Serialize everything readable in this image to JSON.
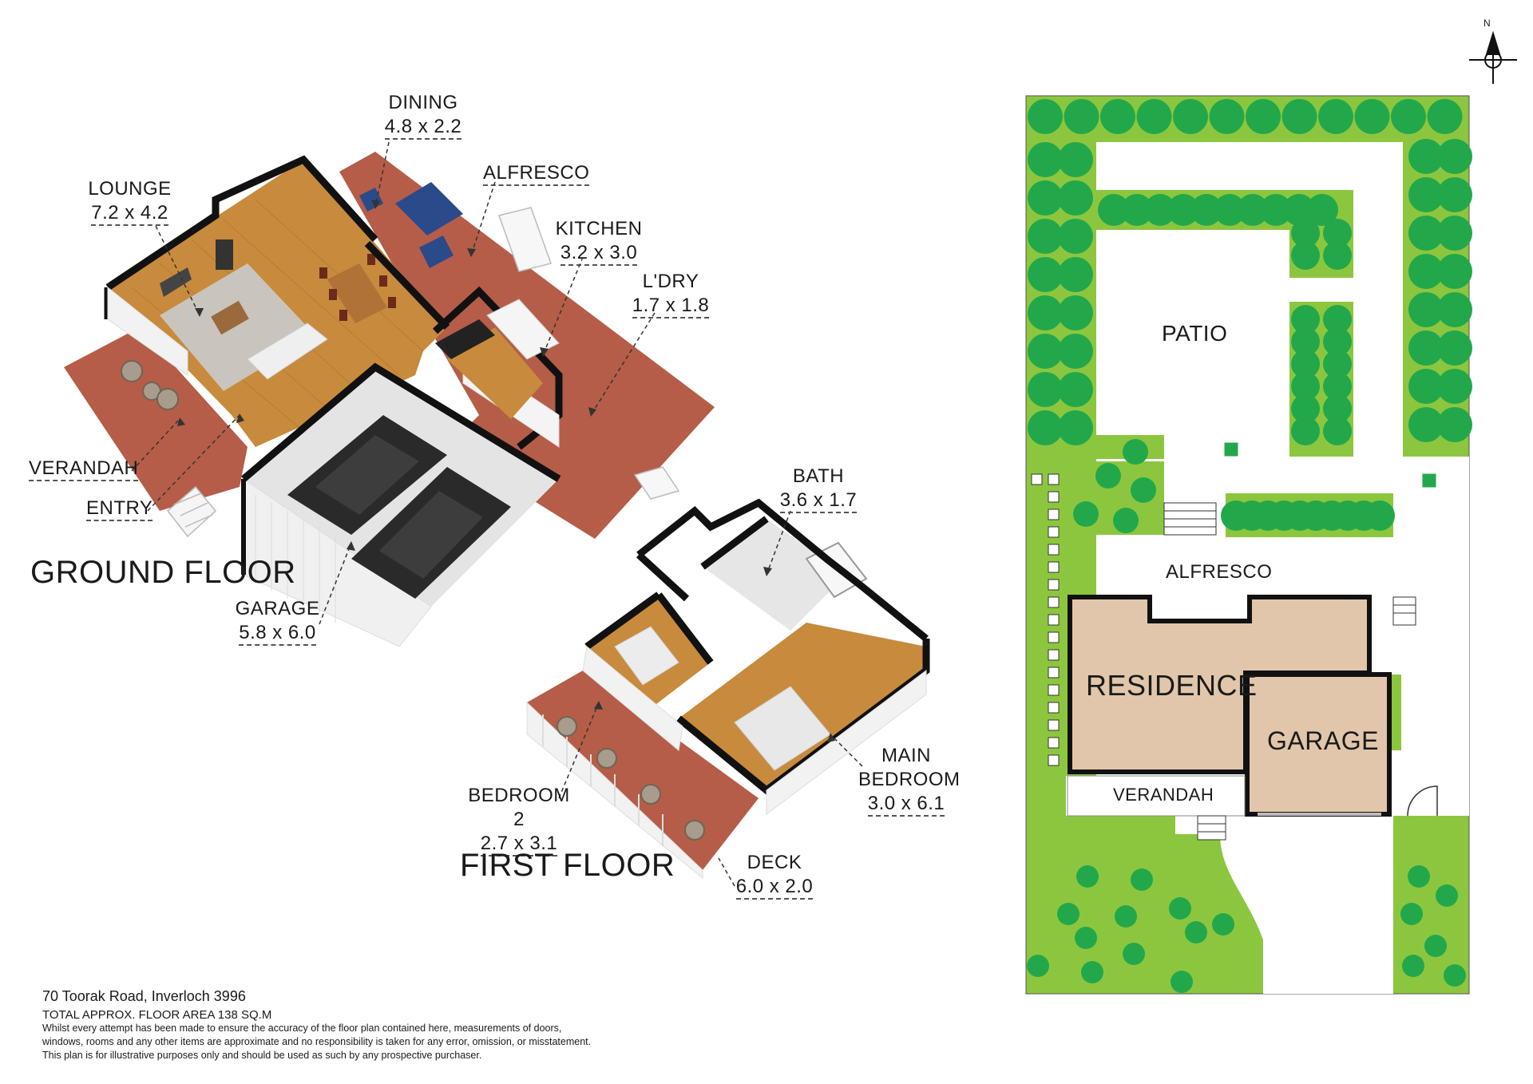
{
  "ground_floor": {
    "title": "GROUND FLOOR",
    "rooms": {
      "dining": {
        "name": "DINING",
        "dims": "4.8 x 2.2"
      },
      "lounge": {
        "name": "LOUNGE",
        "dims": "7.2 x 4.2"
      },
      "alfresco": {
        "name": "ALFRESCO"
      },
      "kitchen": {
        "name": "KITCHEN",
        "dims": "3.2 x 3.0"
      },
      "laundry": {
        "name": "L'DRY",
        "dims": "1.7 x 1.8"
      },
      "verandah": {
        "name": "VERANDAH"
      },
      "entry": {
        "name": "ENTRY"
      },
      "garage": {
        "name": "GARAGE",
        "dims": "5.8 x 6.0"
      }
    }
  },
  "first_floor": {
    "title": "FIRST FLOOR",
    "rooms": {
      "bath": {
        "name": "BATH",
        "dims": "3.6 x 1.7"
      },
      "main_bedroom": {
        "name_line1": "MAIN",
        "name_line2": "BEDROOM",
        "dims": "3.0 x 6.1"
      },
      "bedroom2": {
        "name": "BEDROOM 2",
        "dims": "2.7 x 3.1"
      },
      "deck": {
        "name": "DECK",
        "dims": "6.0 x 2.0"
      }
    }
  },
  "site_plan": {
    "north": "N",
    "labels": {
      "patio": "PATIO",
      "alfresco": "ALFRESCO",
      "residence": "RESIDENCE",
      "garage": "GARAGE",
      "verandah": "VERANDAH"
    },
    "colors": {
      "lawn": "#8cc63f",
      "hedge": "#22a84a",
      "building": "#e2c6ab",
      "paving": "#ffffff"
    }
  },
  "footer": {
    "address": "70 Toorak Road, Inverloch 3996",
    "area": "TOTAL APPROX. FLOOR AREA 138 SQ.M",
    "disclaimer_1": "Whilst every attempt has been made to ensure the accuracy of the floor plan contained here, measurements of doors,",
    "disclaimer_2": "windows, rooms and any other items are approximate and no responsibility is taken for any error, omission, or misstatement.",
    "disclaimer_3": "This plan is for illustrative purposes only and should be used as such by any prospective purchaser."
  }
}
